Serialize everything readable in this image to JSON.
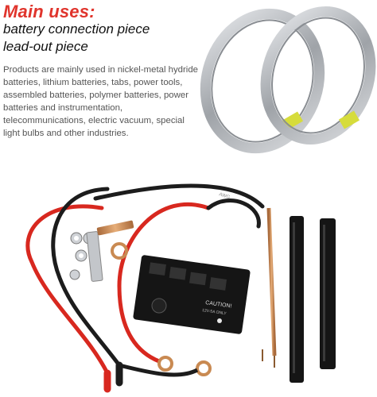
{
  "header": {
    "title": "Main uses:",
    "subtitle_line1": "battery connection piece",
    "subtitle_line2": "lead-out piece"
  },
  "description": "Products are mainly used in nickel-metal hydride batteries, lithium batteries, tabs, power tools, assembled batteries, polymer batteries, power batteries and instrumentation, telecommunications, electric vacuum, special light bulbs and other industries.",
  "board": {
    "caution": "CAUTION!",
    "rating": "12V-5A ONLY"
  },
  "wire_print": "AWG",
  "colors": {
    "heading_red": "#e0342c",
    "strip_silver": "#b9bcc0",
    "tape_yellow": "#d6dc3c",
    "wire_red": "#d8281f",
    "wire_black": "#1c1c1c",
    "copper": "#c98a52",
    "board": "#151515"
  },
  "icons": [
    "nickel-strip-roll",
    "control-board",
    "copper-pen",
    "heat-shrink-tube",
    "ring-terminal"
  ]
}
